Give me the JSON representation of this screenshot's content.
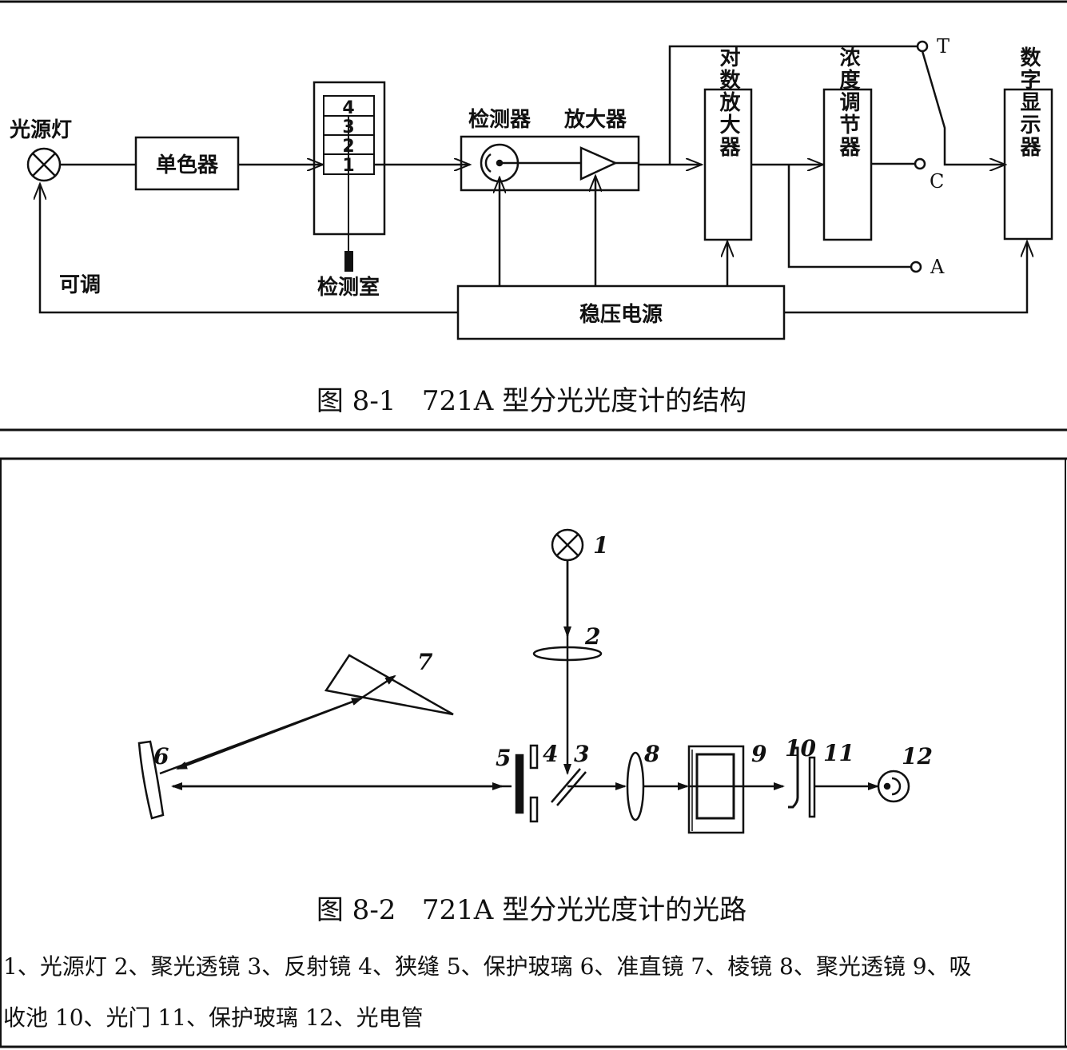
{
  "fig1": {
    "light_source": "光源灯",
    "monochromator": "单色器",
    "cuvette_positions": [
      "4",
      "3",
      "2",
      "1"
    ],
    "detection_chamber": "检测室",
    "detector": "检测器",
    "amplifier": "放大器",
    "log_amplifier": "对数放大器",
    "concentration_adjuster": "浓度调节器",
    "digital_display": "数字显示器",
    "regulated_power": "稳压电源",
    "adjustable": "可调",
    "switch_t": "T",
    "switch_c": "C",
    "switch_a": "A",
    "caption": "图 8-1   721A 型分光光度计的结构"
  },
  "fig2": {
    "labels": [
      "1",
      "2",
      "3",
      "4",
      "5",
      "6",
      "7",
      "8",
      "9",
      "10",
      "11",
      "12"
    ],
    "caption": "图 8-2   721A 型分光光度计的光路",
    "legend_line1": "1、光源灯 2、聚光透镜 3、反射镜 4、狭缝 5、保护玻璃 6、准直镜 7、棱镜 8、聚光透镜 9、吸",
    "legend_line2": "收池 10、光门 11、保护玻璃 12、光电管"
  }
}
